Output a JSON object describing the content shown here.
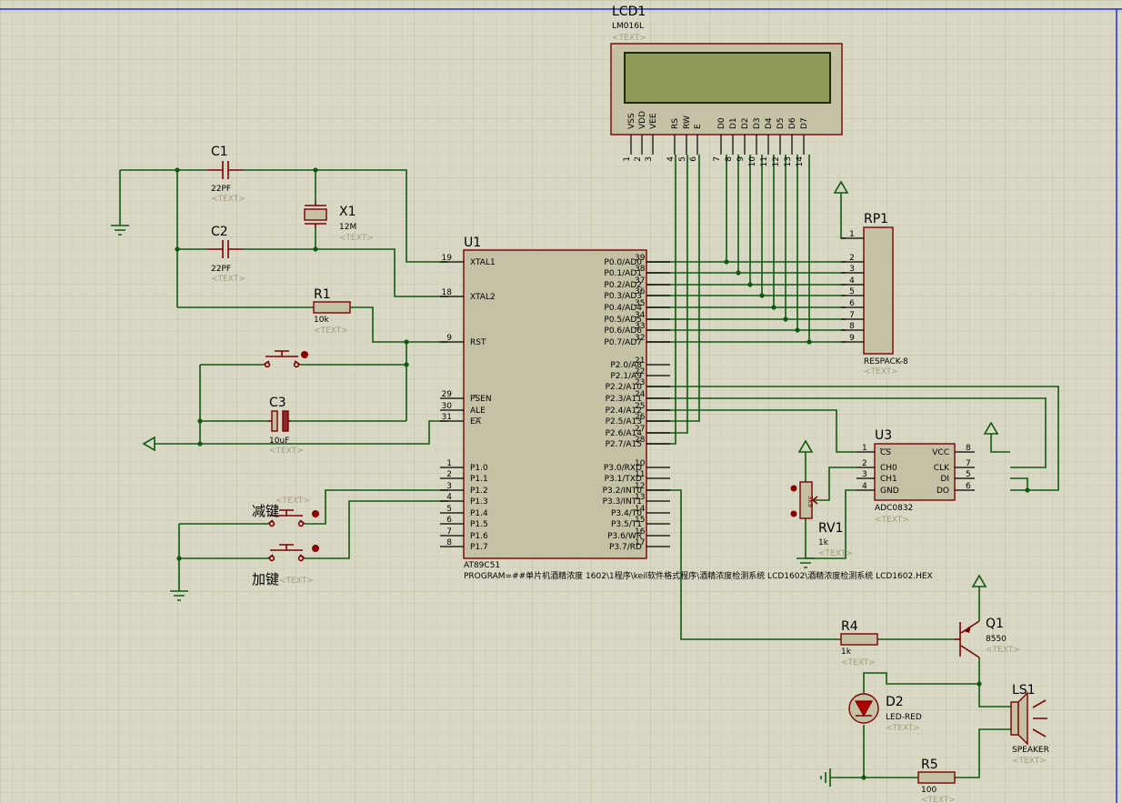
{
  "colors": {
    "background": "#d9d8c4",
    "grid_minor": "#cfcdb7",
    "grid_major": "#c2bfa6",
    "wire": "#0f5a0f",
    "component_body": "#c4c1a4",
    "component_outline": "#7a0000",
    "lcd_screen": "#8e9b56",
    "placeholder_text": "#a29d80",
    "led": "#b00000",
    "sheet_border": "#1f2fd0"
  },
  "placeholder": "<TEXT>",
  "lcd": {
    "ref": "LCD1",
    "model": "LM016L",
    "pin_names": [
      "VSS",
      "VDD",
      "VEE",
      "RS",
      "RW",
      "E",
      "D0",
      "D1",
      "D2",
      "D3",
      "D4",
      "D5",
      "D6",
      "D7"
    ],
    "pin_numbers": [
      "1",
      "2",
      "3",
      "4",
      "5",
      "6",
      "7",
      "8",
      "9",
      "10",
      "11",
      "12",
      "13",
      "14"
    ]
  },
  "mcu": {
    "ref": "U1",
    "model": "AT89C51",
    "program": "PROGRAM=##单片机酒精浓度 1602\\1程序\\keil软件格式程序\\酒精浓度检测系统 LCD1602\\酒精浓度检测系统 LCD1602.HEX",
    "left_pins": [
      {
        "num": "19",
        "name": "XTAL1"
      },
      {
        "num": "18",
        "name": "XTAL2"
      },
      {
        "num": "9",
        "name": "RST"
      },
      {
        "num": "29",
        "name": "PSEN"
      },
      {
        "num": "30",
        "name": "ALE"
      },
      {
        "num": "31",
        "name": "EA"
      },
      {
        "num": "1",
        "name": "P1.0"
      },
      {
        "num": "2",
        "name": "P1.1"
      },
      {
        "num": "3",
        "name": "P1.2"
      },
      {
        "num": "4",
        "name": "P1.3"
      },
      {
        "num": "5",
        "name": "P1.4"
      },
      {
        "num": "6",
        "name": "P1.5"
      },
      {
        "num": "7",
        "name": "P1.6"
      },
      {
        "num": "8",
        "name": "P1.7"
      }
    ],
    "right_pins": [
      {
        "num": "39",
        "name": "P0.0/AD0"
      },
      {
        "num": "38",
        "name": "P0.1/AD1"
      },
      {
        "num": "37",
        "name": "P0.2/AD2"
      },
      {
        "num": "36",
        "name": "P0.3/AD3"
      },
      {
        "num": "35",
        "name": "P0.4/AD4"
      },
      {
        "num": "34",
        "name": "P0.5/AD5"
      },
      {
        "num": "33",
        "name": "P0.6/AD6"
      },
      {
        "num": "32",
        "name": "P0.7/AD7"
      },
      {
        "num": "21",
        "name": "P2.0/A8"
      },
      {
        "num": "22",
        "name": "P2.1/A9"
      },
      {
        "num": "23",
        "name": "P2.2/A10"
      },
      {
        "num": "24",
        "name": "P2.3/A11"
      },
      {
        "num": "25",
        "name": "P2.4/A12"
      },
      {
        "num": "26",
        "name": "P2.5/A13"
      },
      {
        "num": "27",
        "name": "P2.6/A14"
      },
      {
        "num": "28",
        "name": "P2.7/A15"
      },
      {
        "num": "10",
        "name": "P3.0/RXD"
      },
      {
        "num": "11",
        "name": "P3.1/TXD"
      },
      {
        "num": "12",
        "name": "P3.2/INT0"
      },
      {
        "num": "13",
        "name": "P3.3/INT1"
      },
      {
        "num": "14",
        "name": "P3.4/T0"
      },
      {
        "num": "15",
        "name": "P3.5/T1"
      },
      {
        "num": "16",
        "name": "P3.6/WR"
      },
      {
        "num": "17",
        "name": "P3.7/RD"
      }
    ]
  },
  "c1": {
    "ref": "C1",
    "value": "22PF"
  },
  "c2": {
    "ref": "C2",
    "value": "22PF"
  },
  "c3": {
    "ref": "C3",
    "value": "10uF"
  },
  "x1": {
    "ref": "X1",
    "value": "12M"
  },
  "r1": {
    "ref": "R1",
    "value": "10k"
  },
  "r4": {
    "ref": "R4",
    "value": "1k"
  },
  "r5": {
    "ref": "R5",
    "value": "100"
  },
  "rp1": {
    "ref": "RP1",
    "model": "RESPACK-8",
    "pins": [
      "1",
      "2",
      "3",
      "4",
      "5",
      "6",
      "7",
      "8",
      "9"
    ]
  },
  "u3": {
    "ref": "U3",
    "model": "ADC0832",
    "left_pins": [
      {
        "num": "1",
        "name": "CS"
      },
      {
        "num": "2",
        "name": "CH0"
      },
      {
        "num": "3",
        "name": "CH1"
      },
      {
        "num": "4",
        "name": "GND"
      }
    ],
    "right_pins": [
      {
        "num": "8",
        "name": "VCC"
      },
      {
        "num": "7",
        "name": "CLK"
      },
      {
        "num": "5",
        "name": "DI"
      },
      {
        "num": "6",
        "name": "DO"
      }
    ]
  },
  "rv1": {
    "ref": "RV1",
    "value": "1k",
    "wiper": "3k9"
  },
  "q1": {
    "ref": "Q1",
    "value": "8550"
  },
  "d2": {
    "ref": "D2",
    "value": "LED-RED"
  },
  "ls1": {
    "ref": "LS1",
    "value": "SPEAKER"
  },
  "buttons": {
    "minus": "减键",
    "plus": "加键"
  }
}
